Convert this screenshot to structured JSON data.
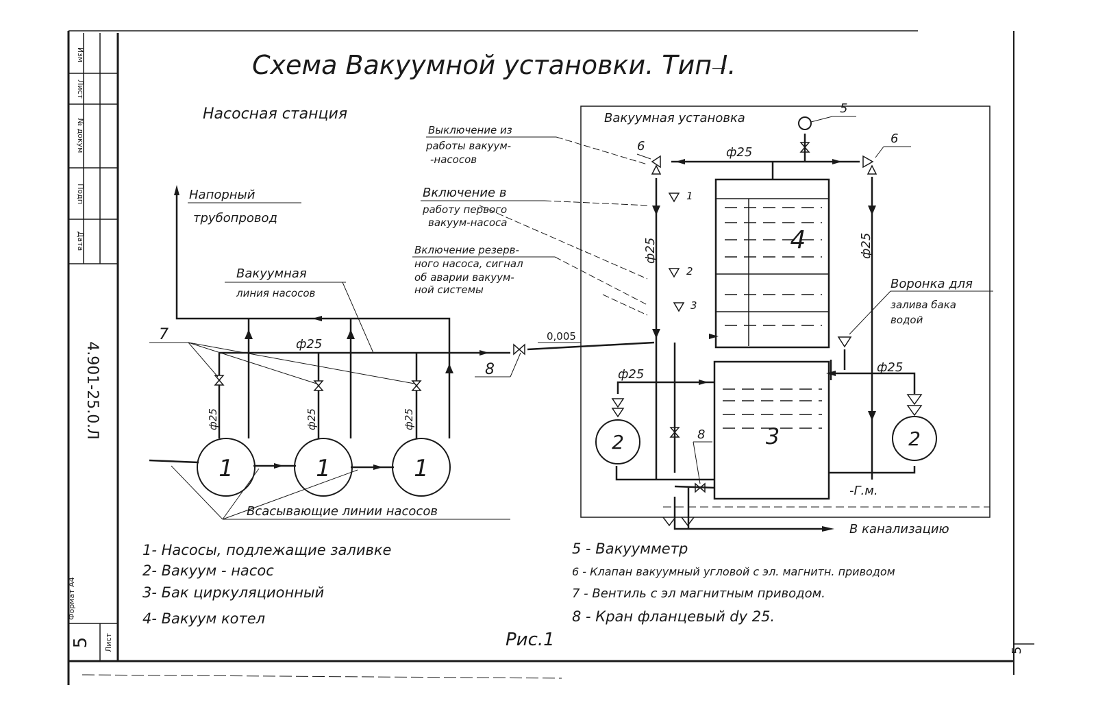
{
  "title": "Схема Вакуумной установки. Тип I.",
  "sections": {
    "pump_station": "Насосная станция",
    "vacuum_unit": "Вакуумная установка"
  },
  "labels": {
    "pressure_pipe_1": "Напорный",
    "pressure_pipe_2": "трубопровод",
    "vacuum_line_1": "Вакуумная",
    "vacuum_line_2": "линия насосов",
    "suction_lines": "Всасывающие линии насосов",
    "sewer": "В канализацию",
    "funnel_1": "Воронка для",
    "funnel_2": "залива бака",
    "funnel_3": "водой",
    "slope": "0,005",
    "drain_mark": "-Г.м."
  },
  "control_notes": {
    "off_1": "Выключение из",
    "off_2": "работы вакуум-",
    "off_3": "-насосов",
    "on_first_1": "Включение в",
    "on_first_2": "работу первого",
    "on_first_3": "вакуум-насоса",
    "reserve_1": "Включение резерв-",
    "reserve_2": "ного насоса, сигнал",
    "reserve_3": "об аварии вакуум-",
    "reserve_4": "ной системы"
  },
  "dimensions": {
    "d25": "ф25",
    "d25_plus": "ф25"
  },
  "level_marks": [
    "1",
    "2",
    "3"
  ],
  "component_numbers": {
    "pump": "1",
    "vacuum_pump": "2",
    "tank": "3",
    "boiler": "4",
    "gauge": "5",
    "valve_angle": "6",
    "solenoid": "7",
    "flange_valve": "8"
  },
  "legend_left": [
    "1- Насосы, подлежащие заливке",
    "2- Вакуум - насос",
    "3- Бак циркуляционный",
    "4- Вакуум котел"
  ],
  "legend_right": [
    "5 - Вакуумметр",
    "6 - Клапан вакуумный угловой с эл. магнитн. приводом",
    "7 - Вентиль с эл магнитным приводом.",
    "8 - Кран фланцевый dy 25."
  ],
  "figure_caption": "Рис.1",
  "stamp": {
    "doc_code": "4.901-25.0.Л",
    "sheet_label": "Лист",
    "sheet_number": "5",
    "rows": [
      "Изм",
      "Лист",
      "№ докум",
      "Подп",
      "Дата"
    ],
    "format": "Формат А4",
    "edge_page": "5"
  }
}
